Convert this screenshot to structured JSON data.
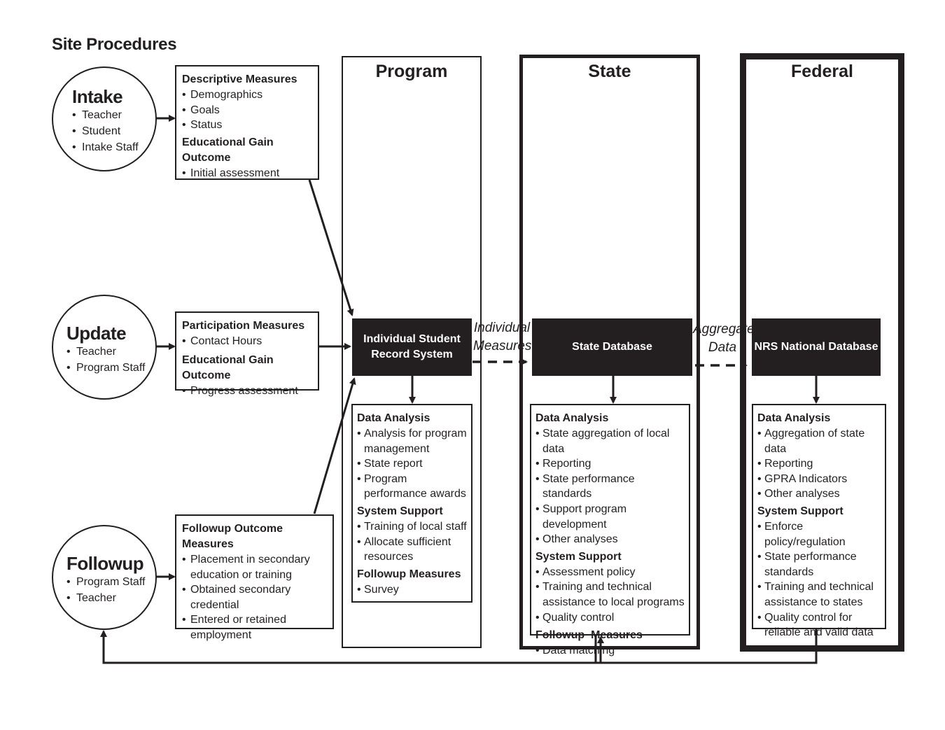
{
  "page_title": "Site Procedures",
  "intake": {
    "title": "Intake",
    "items": [
      "Teacher",
      "Student",
      "Intake Staff"
    ]
  },
  "update": {
    "title": "Update",
    "items": [
      "Teacher",
      "Program Staff"
    ]
  },
  "followup": {
    "title": "Followup",
    "items": [
      "Program Staff",
      "Teacher"
    ]
  },
  "intake_box": {
    "heading1": "Descriptive Measures",
    "items1": [
      "Demographics",
      "Goals",
      "Status"
    ],
    "heading2": "Educational Gain Outcome",
    "items2": [
      "Initial assessment"
    ]
  },
  "update_box": {
    "heading1": "Participation Measures",
    "items1": [
      "Contact Hours"
    ],
    "heading2": "Educational Gain Outcome",
    "items2": [
      "Progress assessment"
    ]
  },
  "followup_box": {
    "heading1": "Followup Outcome Measures",
    "items1": [
      "Placement in secondary education or training",
      "Obtained secondary credential",
      "Entered or retained employment"
    ]
  },
  "columns": {
    "program": "Program",
    "state": "State",
    "federal": "Federal"
  },
  "databases": {
    "program": "Individual Student Record System",
    "state": "State Database",
    "federal": "NRS National Database"
  },
  "flow_labels": {
    "individual": "Individual Measures",
    "aggregate": "Aggregate Data"
  },
  "program_proc": {
    "h1": "Data Analysis",
    "l1": [
      "Analysis for program management",
      "State report",
      "Program performance awards"
    ],
    "h2": "System Support",
    "l2": [
      "Training of local staff",
      "Allocate sufficient resources"
    ],
    "h3": "Followup Measures",
    "l3": [
      "Survey"
    ]
  },
  "state_proc": {
    "h1": "Data Analysis",
    "l1": [
      "State aggregation of local data",
      "Reporting",
      "State performance standards",
      "Support program development",
      "Other analyses"
    ],
    "h2": "System Support",
    "l2": [
      "Assessment policy",
      "Training and technical assistance to local programs",
      "Quality control"
    ],
    "h3": "Followup  Measures",
    "l3": [
      "Data matching"
    ]
  },
  "federal_proc": {
    "h1": "Data Analysis",
    "l1": [
      "Aggregation of state data",
      "Reporting",
      "GPRA Indicators",
      "Other analyses"
    ],
    "h2": "System Support",
    "l2": [
      "Enforce policy/regulation",
      "State performance standards",
      "Training and technical assistance to states",
      "Quality control for reliable and valid data"
    ]
  },
  "colors": {
    "ink": "#231f20",
    "background": "#ffffff",
    "db_text": "#ffffff"
  }
}
